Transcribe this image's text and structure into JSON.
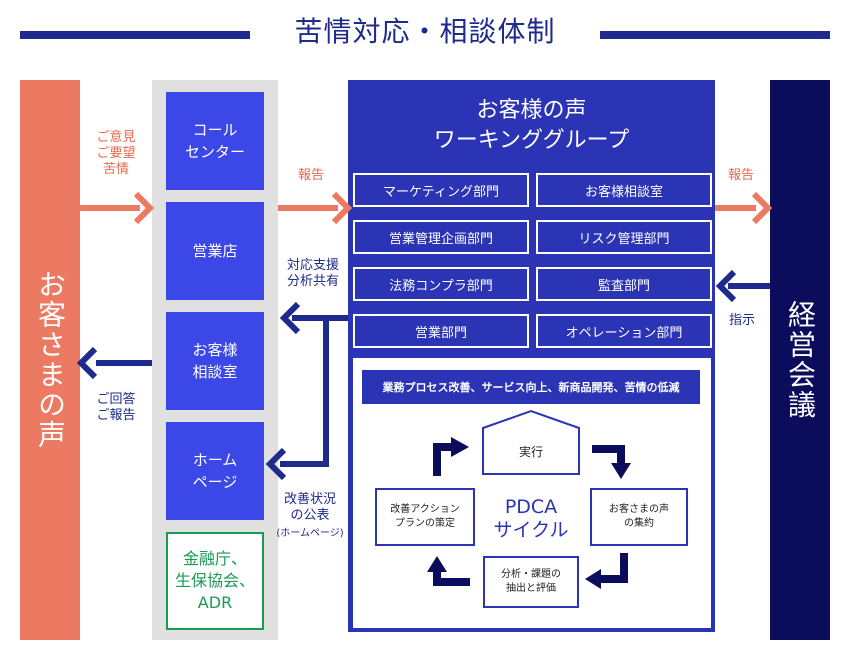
{
  "title": "苦情対応・相談体制",
  "customer_voice": "お客さまの声",
  "management": "経営会議",
  "channels": {
    "call_center": "コール\nセンター",
    "branch": "営業店",
    "consultation": "お客様\n相談室",
    "homepage": "ホーム\nページ",
    "fsa": "金融庁、\n生保協会、\nADR"
  },
  "working_group": {
    "title": "お客様の声\nワーキンググループ",
    "departments": [
      "マーケティング部門",
      "お客様相談室",
      "営業管理企画部門",
      "リスク管理部門",
      "法務コンプラ部門",
      "監査部門",
      "営業部門",
      "オペレーション部門"
    ]
  },
  "cycle": {
    "banner": "業務プロセス改善、サービス向上、新商品開発、苦情の低減",
    "execute": "実行",
    "collect": "お客さまの声\nの集約",
    "analyze": "分析・課題の\n抽出と評価",
    "plan": "改善アクション\nプランの策定",
    "center": "PDCA\nサイクル"
  },
  "labels": {
    "opinion": "ご意見\nご要望\n苦情",
    "report1": "報告",
    "report2": "報告",
    "support": "対応支援\n分析共有",
    "instruct": "指示",
    "reply": "ご回答\nご報告",
    "disclosure": "改善状況\nの公表",
    "disclosure_sub": "(ホームページ)"
  },
  "colors": {
    "navy": "#1e2a8c",
    "blue": "#3b47e6",
    "wg": "#2b34b5",
    "salmon": "#ec7a63",
    "dark": "#0b0d5c",
    "green": "#1a9b53"
  }
}
